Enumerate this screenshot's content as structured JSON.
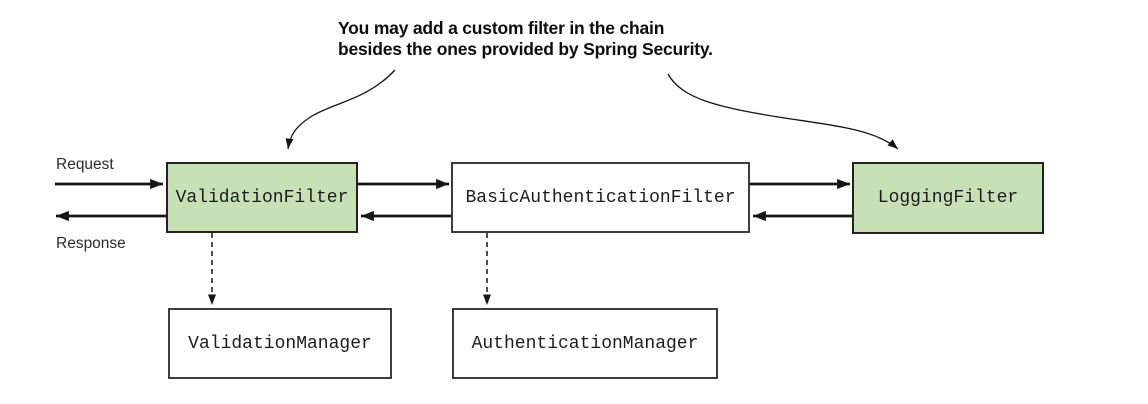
{
  "annotation": {
    "line1": "You may add a custom filter in the chain",
    "line2": "besides the ones provided by Spring Security."
  },
  "labels": {
    "request": "Request",
    "response": "Response"
  },
  "boxes": {
    "validation_filter": "ValidationFilter",
    "basic_authentication_filter": "BasicAuthenticationFilter",
    "logging_filter": "LoggingFilter",
    "validation_manager": "ValidationManager",
    "authentication_manager": "AuthenticationManager"
  },
  "colors": {
    "custom_filter_fill": "#c8e0b5",
    "box_border_dark": "#222222",
    "box_border_gray": "#3d3d3d",
    "arrow_ink": "#151515",
    "background": "#ffffff"
  }
}
